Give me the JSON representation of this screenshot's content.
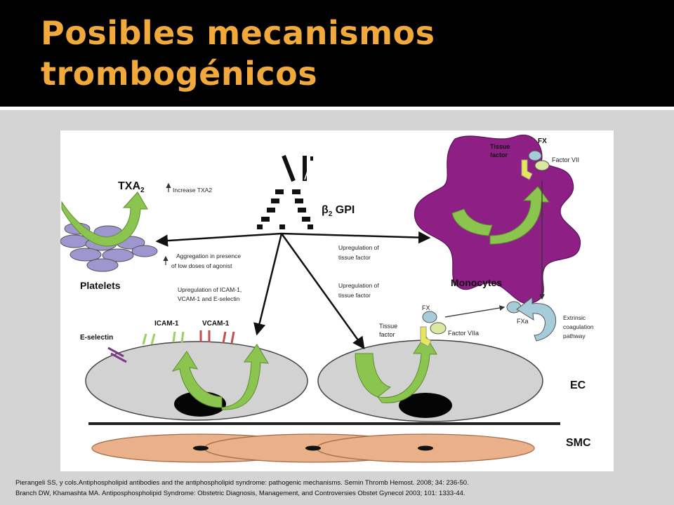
{
  "slide": {
    "title_line1": "Posibles mecanismos",
    "title_line2": "trombogénicos",
    "references": [
      "Pierangeli SS, y cols.Antiphospholipid antibodies and the antiphospholipid syndrome: pathogenic mechanisms. Semin Thromb Hemost. 2008; 34: 236-50.",
      "Branch DW, Khamashta MA. Antiposphospholipid Syndrome: Obstetric Diagnosis, Management, and Controversies Obstet Gynecol 2003; 101: 1333-44."
    ]
  },
  "diagram": {
    "txa2_main": "TXA",
    "txa2_sub": "2",
    "increase_txa2": "Increase TXA2",
    "gpi_beta": "β",
    "gpi_sub": "2",
    "gpi_text": " GPI",
    "platelets": "Platelets",
    "aggregation_line1": "Aggregation in presence",
    "aggregation_line2": "of low doses of agonist",
    "icam_line1": "Upregulation of ICAM-1,",
    "icam_line2": "VCAM-1 and E-selectin",
    "tf_upreg1_line1": "Upregulation of",
    "tf_upreg1_line2": "tissue factor",
    "tf_upreg2_line1": "Upregulation of",
    "tf_upreg2_line2": "tissue factor",
    "e_selectin": "E-selectin",
    "icam1": "ICAM-1",
    "vcam1": "VCAM-1",
    "monocytes": "Monocytes",
    "mono_tissue_line1": "Tissue",
    "mono_tissue_line2": "factor",
    "mono_fx": "FX",
    "mono_factor7": "Factor VII",
    "ec_tissue_line1": "Tissue",
    "ec_tissue_line2": "factor",
    "ec_fx": "FX",
    "ec_factor7a": "Factor VIIa",
    "fxa": "FXa",
    "extrinsic_line1": "Extrinsic",
    "extrinsic_line2": "coagulation",
    "extrinsic_line3": "pathway",
    "ec": "EC",
    "smc": "SMC"
  },
  "colors": {
    "title": "#f2a93b",
    "platelet": "#9e97cf",
    "monocyte": "#8e1f85",
    "endothelial": "#d2d2d2",
    "smooth_muscle": "#eab08a",
    "arrow_green": "#8bc54f",
    "factor_yellow": "#e6e85a",
    "factor_blue": "#a7ccd9",
    "vcam_red": "#c0504d",
    "eselectin_purple": "#7a3a86"
  }
}
